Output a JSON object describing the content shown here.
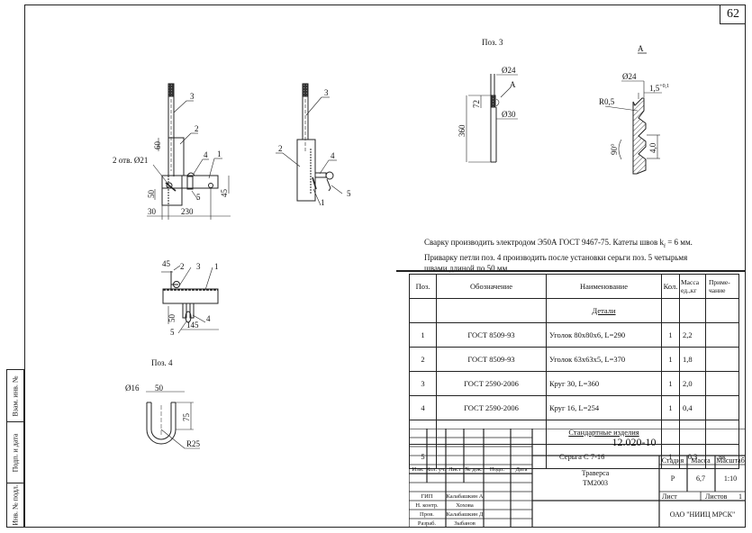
{
  "sheet_number": "62",
  "sidebar_labels": [
    "Взам. инв. №",
    "Подп. и дата",
    "Инв. № подл."
  ],
  "views": {
    "main_front": {
      "callouts": [
        "1",
        "2",
        "3",
        "4",
        "5"
      ],
      "hole_note": "2 отв. Ø21",
      "dims": [
        "60",
        "50",
        "45",
        "30",
        "230"
      ]
    },
    "main_side": {
      "callouts": [
        "1",
        "2",
        "3",
        "4",
        "5"
      ]
    },
    "main_top": {
      "callouts": [
        "1",
        "2",
        "3",
        "4",
        "5"
      ],
      "dims": [
        "45",
        "50",
        "145"
      ]
    },
    "pos3": {
      "title": "Поз. 3",
      "dims": [
        "Ø24",
        "Ø30",
        "72",
        "360"
      ],
      "detail_ref": "А"
    },
    "detail_a": {
      "title": "А",
      "dims": [
        "Ø24",
        "1,5",
        "+0,1",
        "R0,5",
        "90°",
        "4,0"
      ]
    },
    "pos4": {
      "title": "Поз. 4",
      "dims": [
        "Ø16",
        "50",
        "75",
        "R25"
      ]
    }
  },
  "notes": [
    "Сварку производить электродом Э50А ГОСТ 9467-75.  Катеты швов k",
    "f",
    " = 6 мм.",
    "Приварку петли поз. 4 производить после установки серьги поз. 5 четырьмя",
    "швами длиной по 50 мм."
  ],
  "spec_table": {
    "headers": [
      "Поз.",
      "Обозначение",
      "Наименование",
      "Кол.",
      "Масса ед.,кг",
      "Приме-чание"
    ],
    "sections": [
      {
        "title": "Детали",
        "rows": [
          {
            "pos": "1",
            "designation": "ГОСТ 8509-93",
            "name": "Уголок 80х80х6, L=290",
            "qty": "1",
            "mass": "2,2",
            "note": ""
          },
          {
            "pos": "2",
            "designation": "ГОСТ 8509-93",
            "name": "Уголок 63х63х5,  L=370",
            "qty": "1",
            "mass": "1,8",
            "note": ""
          },
          {
            "pos": "3",
            "designation": "ГОСТ 2590-2006",
            "name": "Круг 30, L=360",
            "qty": "1",
            "mass": "2,0",
            "note": ""
          },
          {
            "pos": "4",
            "designation": "ГОСТ 2590-2006",
            "name": "Круг 16, L=254",
            "qty": "1",
            "mass": "0,4",
            "note": ""
          }
        ]
      },
      {
        "title": "Стандартные изделия",
        "rows": [
          {
            "pos": "5",
            "designation": "",
            "name": "Серьга С 7-16",
            "qty": "1",
            "mass": "0,3",
            "note": "вк"
          }
        ]
      }
    ]
  },
  "title_block": {
    "doc_code": "12.020-10",
    "product_name": "Траверса",
    "product_code": "ТМ2003",
    "rev_headers": [
      "Изм.",
      "Кол. уч.",
      "Лист",
      "№ док.",
      "Подп.",
      "Дата"
    ],
    "signatures": [
      {
        "role": "ГИП",
        "name": "Калабашкин А"
      },
      {
        "role": "Н. контр.",
        "name": "Хохова"
      },
      {
        "role": "Пров.",
        "name": "Калабашкин Д"
      },
      {
        "role": "Разраб.",
        "name": "Зыбанов"
      }
    ],
    "stage_label": "Стадия",
    "mass_label": "Масса",
    "scale_label": "Масштаб",
    "stage": "Р",
    "mass": "6,7",
    "scale": "1:10",
    "sheet_label": "Лист",
    "sheets_label": "Листов",
    "sheets": "1",
    "organization": "ОАО \"НИИЦ МРСК\""
  }
}
